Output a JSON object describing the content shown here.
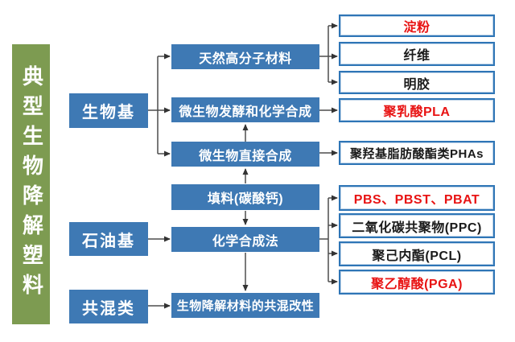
{
  "diagram": {
    "title": "典型生物降解塑料",
    "categories": [
      {
        "label": "生物基"
      },
      {
        "label": "石油基"
      },
      {
        "label": "共混类"
      }
    ],
    "processes": [
      {
        "label": "天然高分子材料"
      },
      {
        "label": "微生物发酵和化学合成"
      },
      {
        "label": "微生物直接合成"
      },
      {
        "label": "填料(碳酸钙)"
      },
      {
        "label": "化学合成法"
      },
      {
        "label": "生物降解材料的共混改性"
      }
    ],
    "products": [
      {
        "label": "淀粉",
        "emphasis": "red"
      },
      {
        "label": "纤维",
        "emphasis": "black"
      },
      {
        "label": "明胶",
        "emphasis": "black"
      },
      {
        "label": "聚乳酸PLA",
        "emphasis": "red"
      },
      {
        "label": "聚羟基脂肪酸酯类PHAs",
        "emphasis": "black"
      },
      {
        "label": "PBS、PBST、PBAT",
        "emphasis": "red"
      },
      {
        "label": "二氧化碳共聚物(PPC)",
        "emphasis": "black"
      },
      {
        "label": "聚己内酯(PCL)",
        "emphasis": "black"
      },
      {
        "label": "聚乙醇酸(PGA)",
        "emphasis": "red"
      }
    ],
    "connections": [
      "生物基 → 天然高分子材料",
      "生物基 → 微生物发酵和化学合成",
      "生物基 → 微生物直接合成",
      "石油基 → 化学合成法",
      "共混类 → 生物降解材料的共混改性",
      "天然高分子材料 → 淀粉",
      "天然高分子材料 → 纤维",
      "天然高分子材料 → 明胶",
      "微生物发酵和化学合成 → 聚乳酸PLA",
      "微生物直接合成 → 聚羟基脂肪酸酯类PHAs",
      "化学合成法 → PBS、PBST、PBAT",
      "化学合成法 → 二氧化碳共聚物(PPC)",
      "化学合成法 → 聚己内酯(PCL)",
      "化学合成法 → 聚乙醇酸(PGA)",
      "微生物直接合成 ↑ 微生物发酵和化学合成",
      "填料(碳酸钙) ↑ 微生物直接合成",
      "填料(碳酸钙) ↓ 化学合成法",
      "化学合成法 ↓ 生物降解材料的共混改性"
    ],
    "colors": {
      "title_bar_green": "#7d9b51",
      "node_blue": "#3e79b4",
      "product_border_blue": "#2e75b6",
      "emphasis_red": "#e81313",
      "connector_gray": "#4d4d4d"
    }
  }
}
